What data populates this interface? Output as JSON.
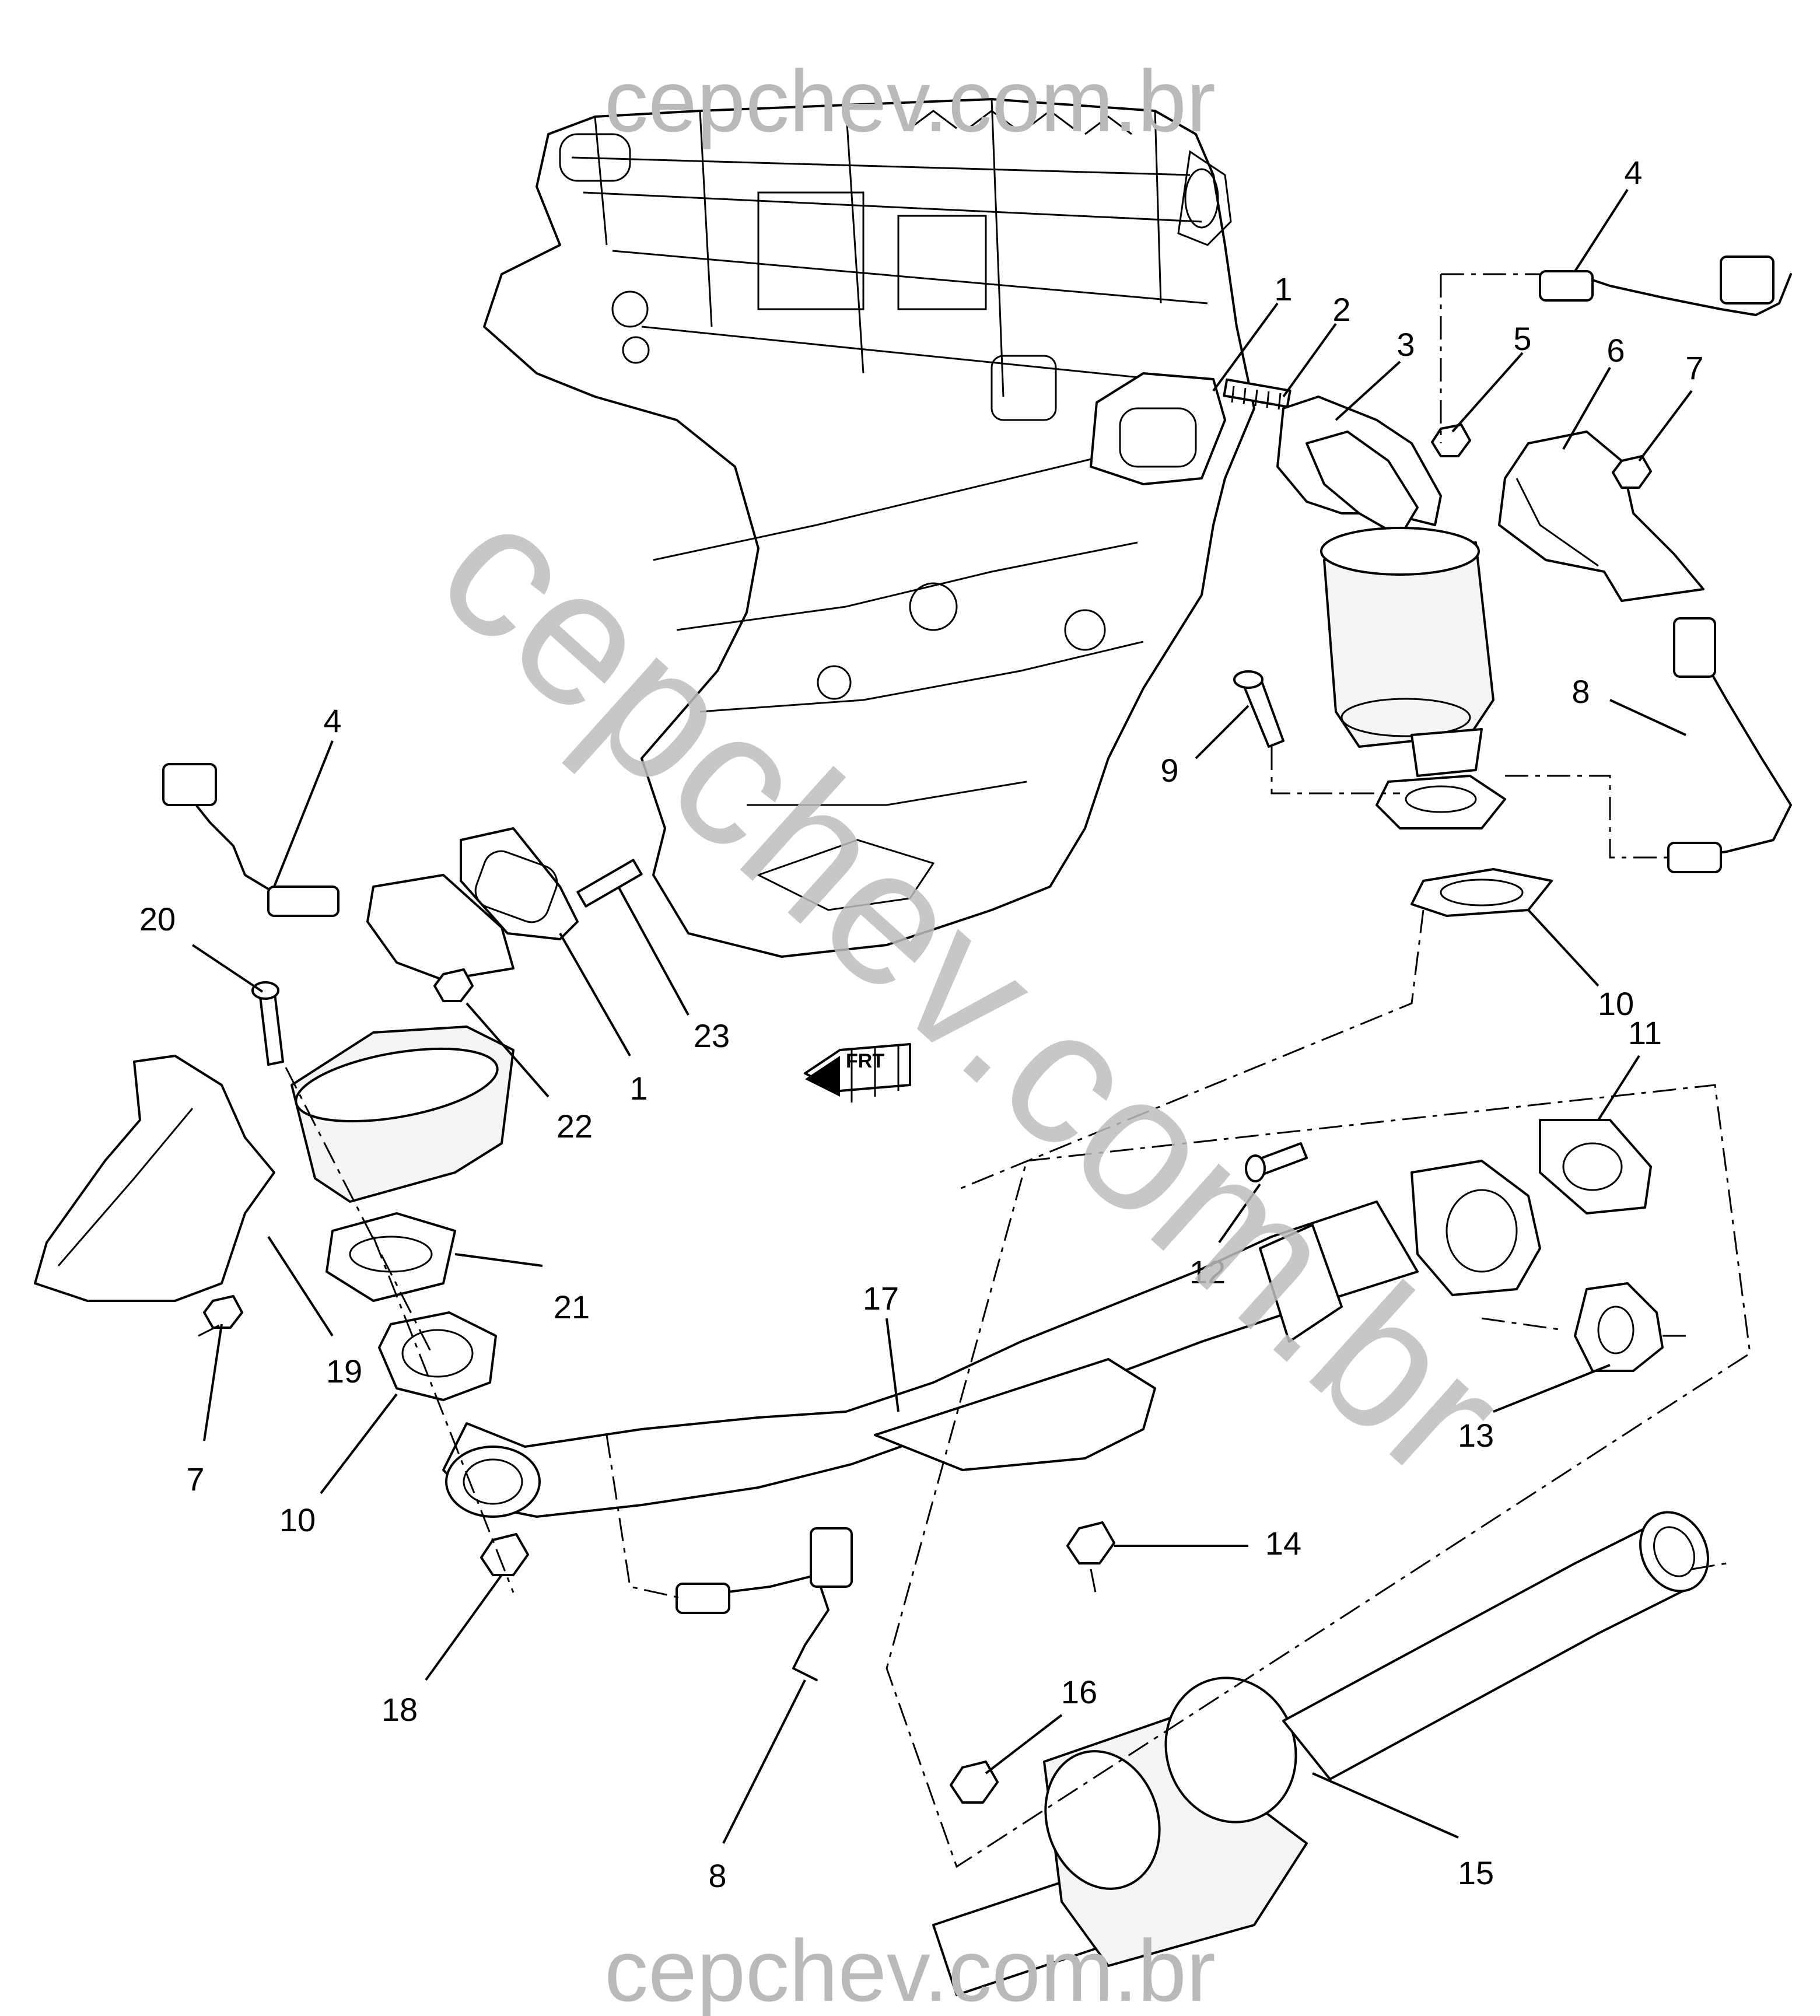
{
  "watermark": {
    "top": "cepchev.com.br",
    "bottom": "cepchev.com.br",
    "diagonal": "cepchev.com.br"
  },
  "orientation_label": "FRT",
  "callouts": [
    {
      "id": "c1a",
      "text": "1"
    },
    {
      "id": "c2",
      "text": "2"
    },
    {
      "id": "c3",
      "text": "3"
    },
    {
      "id": "c4a",
      "text": "4"
    },
    {
      "id": "c5",
      "text": "5"
    },
    {
      "id": "c6",
      "text": "6"
    },
    {
      "id": "c7a",
      "text": "7"
    },
    {
      "id": "c8a",
      "text": "8"
    },
    {
      "id": "c9",
      "text": "9"
    },
    {
      "id": "c10a",
      "text": "10"
    },
    {
      "id": "c11",
      "text": "11"
    },
    {
      "id": "c4b",
      "text": "4"
    },
    {
      "id": "c20",
      "text": "20"
    },
    {
      "id": "c23",
      "text": "23"
    },
    {
      "id": "c1b",
      "text": "1"
    },
    {
      "id": "c22",
      "text": "22"
    },
    {
      "id": "c12",
      "text": "12"
    },
    {
      "id": "c21",
      "text": "21"
    },
    {
      "id": "c17",
      "text": "17"
    },
    {
      "id": "c19",
      "text": "19"
    },
    {
      "id": "c13",
      "text": "13"
    },
    {
      "id": "c7b",
      "text": "7"
    },
    {
      "id": "c10b",
      "text": "10"
    },
    {
      "id": "c14",
      "text": "14"
    },
    {
      "id": "c18",
      "text": "18"
    },
    {
      "id": "c16",
      "text": "16"
    },
    {
      "id": "c8b",
      "text": "8"
    },
    {
      "id": "c15",
      "text": "15"
    }
  ]
}
